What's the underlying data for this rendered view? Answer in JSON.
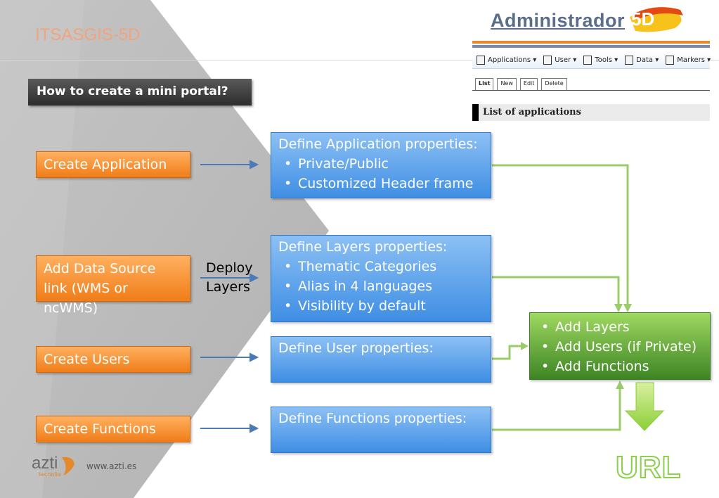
{
  "slide": {
    "title": "ITSASGIS-5D",
    "question": "How to create a mini portal?",
    "footer_url": "www.azti.es",
    "logo_name": "azti",
    "logo_sub": "tecnalia",
    "url_label": "URL"
  },
  "admin_panel": {
    "logo_text": "Administrador",
    "logo_mark": "5D",
    "menu": [
      "Applications ▾",
      "User ▾",
      "Tools ▾",
      "Data ▾",
      "Markers ▾"
    ],
    "tabs": [
      "List",
      "New",
      "Edit",
      "Delete"
    ],
    "list_title": "List of applications"
  },
  "steps": [
    {
      "label": "Create Application"
    },
    {
      "label": "Add Data Source link (WMS or ncWMS)"
    },
    {
      "label": "Create Users"
    },
    {
      "label": "Create Functions"
    }
  ],
  "deploy_label_1": "Deploy",
  "deploy_label_2": "Layers",
  "definitions": [
    {
      "title": "Define Application properties:",
      "bullets": [
        "Private/Public",
        "Customized Header frame"
      ]
    },
    {
      "title": "Define Layers properties:",
      "bullets": [
        "Thematic Categories",
        "Alias in 4 languages",
        "Visibility by default"
      ]
    },
    {
      "title": "Define User properties:",
      "bullets": []
    },
    {
      "title": "Define Functions properties:",
      "bullets": []
    }
  ],
  "result": {
    "bullets": [
      "Add Layers",
      "Add Users (if Private)",
      "Add Functions"
    ]
  },
  "colors": {
    "orange": "#f07d18",
    "blue": "#3f8ee4",
    "green": "#3d8524",
    "arrow_blue": "#4a7ab8",
    "arrow_green": "#9ccc6a"
  }
}
